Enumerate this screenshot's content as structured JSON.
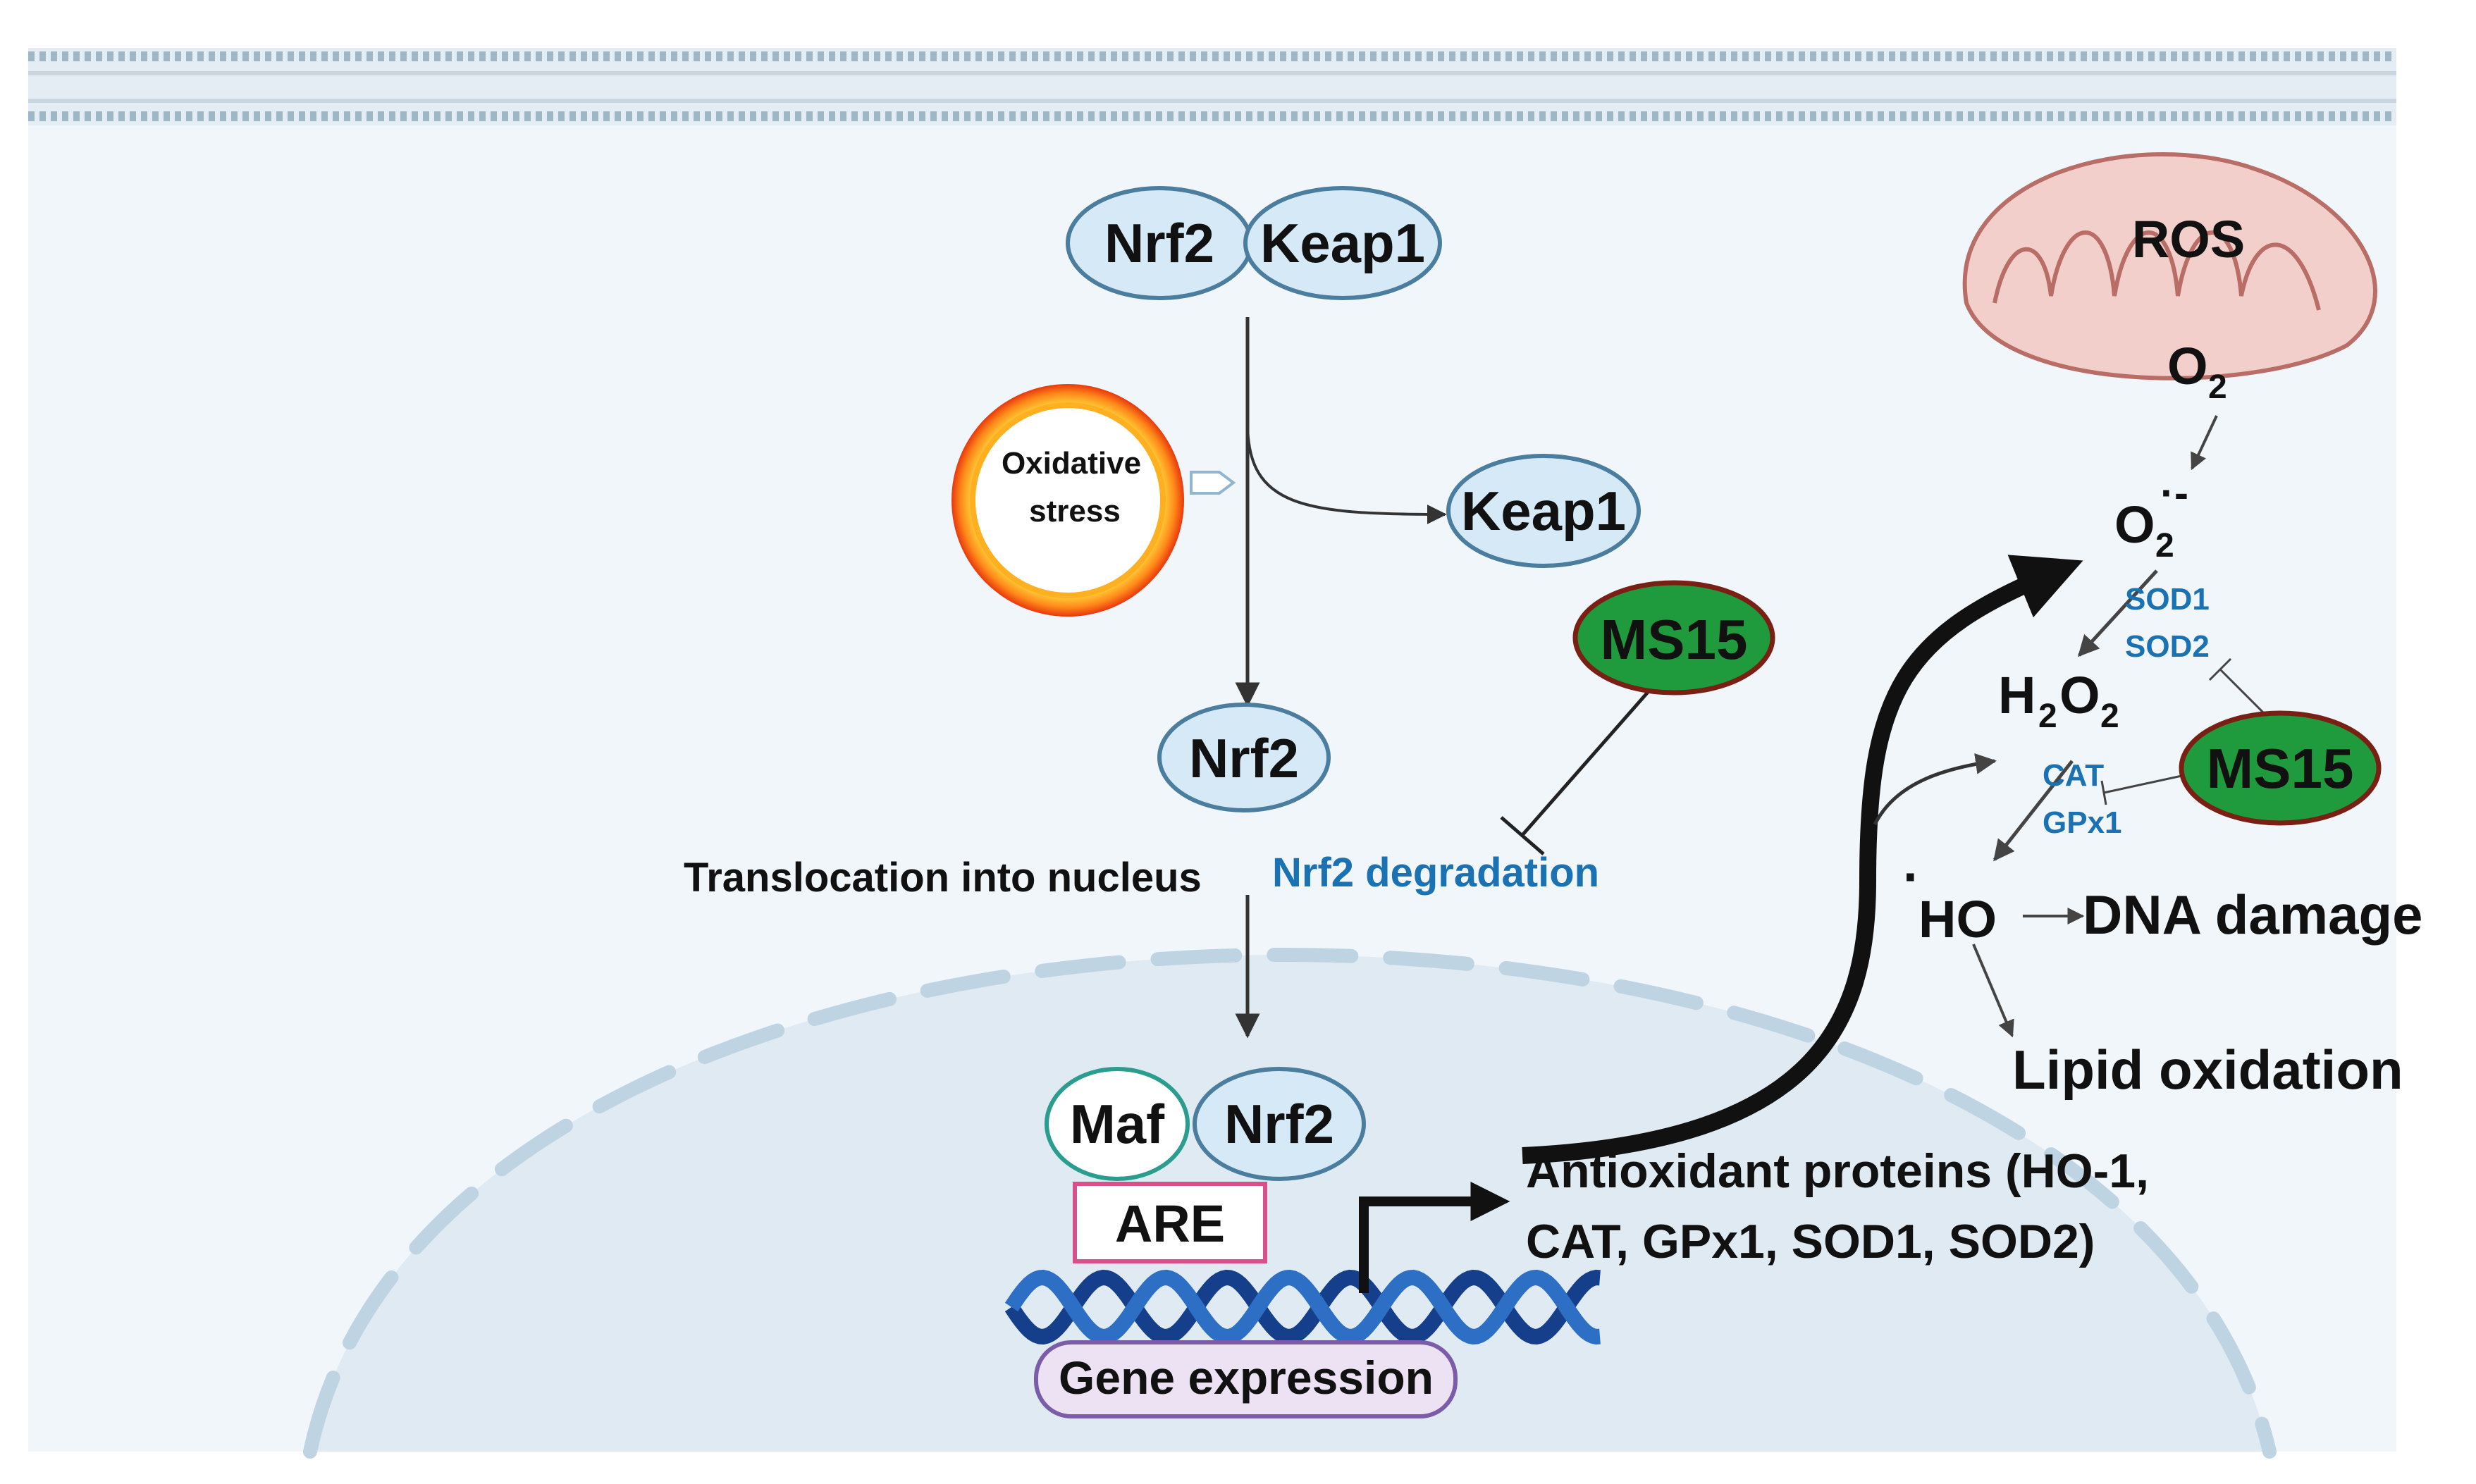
{
  "complex": {
    "nrf2": "Nrf2",
    "keap1": "Keap1"
  },
  "stress": {
    "line1": "Oxidative",
    "line2": "stress"
  },
  "released_keap1": "Keap1",
  "free_nrf2": "Nrf2",
  "ms15_left": "MS15",
  "ms15_right": "MS15",
  "translocation": "Translocation into nucleus",
  "nrf2_degradation": "Nrf2 degradation",
  "nuclear": {
    "maf": "Maf",
    "nrf2": "Nrf2",
    "are": "ARE",
    "gene_expression": "Gene expression"
  },
  "antioxidant": {
    "line1": "Antioxidant proteins (HO-1,",
    "line2": "CAT, GPx1, SOD1, SOD2)"
  },
  "ros": {
    "title": "ROS",
    "o2": "O",
    "o2_sub": "2",
    "superoxide": "O",
    "superoxide_sub": "2",
    "superoxide_sup": "·-",
    "sod1": "SOD1",
    "sod2": "SOD2",
    "h2o2_h": "H",
    "h2o2_sub1": "2",
    "h2o2_o": "O",
    "h2o2_sub2": "2",
    "cat": "CAT",
    "gpx1": "GPx1",
    "radical_dot": "·",
    "ho": "HO",
    "dna_damage": "DNA damage",
    "lipid_oxidation": "Lipid oxidation"
  },
  "colors": {
    "protein_fill": "#d6e9f6",
    "protein_stroke": "#4a7d9e",
    "ms15_fill": "#1f9a3c",
    "ms15_stroke": "#7a1f14",
    "enzyme_text": "#1a72b3",
    "mito_fill": "#f2cfcb",
    "mito_stroke": "#b86e66",
    "dna": "#153f8a",
    "are_stroke": "#d84f8a",
    "gene_fill": "#ece2f4",
    "gene_stroke": "#7b5ca8",
    "maf_stroke": "#2a9d8f"
  }
}
